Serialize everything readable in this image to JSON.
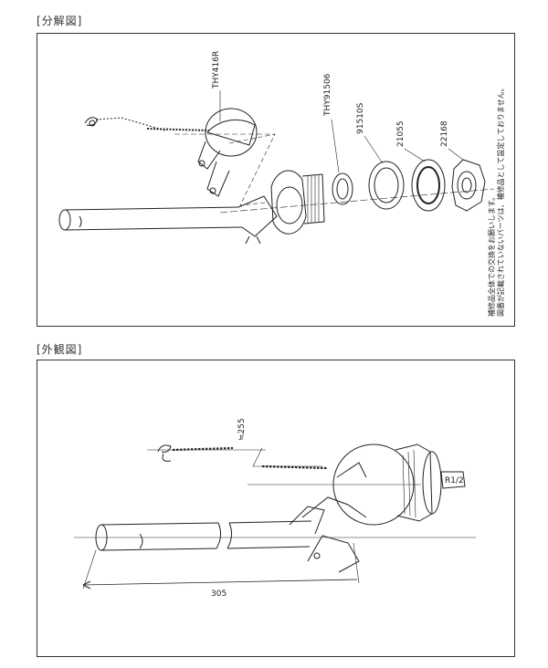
{
  "sections": {
    "exploded": {
      "title": "[分解図]",
      "parts": {
        "float": "THY416R",
        "overflow_nut": "THY91506",
        "gasket": "91510S",
        "washer": "21055",
        "locknut": "22168"
      },
      "note": {
        "line1": "図番が記載されていないパーツは、補修品として設定しておりません。",
        "line2": "補修品全体での交換をお願いします。"
      }
    },
    "appearance": {
      "title": "[外観図]",
      "chain_length": "≒255",
      "pipe_length": "305",
      "thread_size": "R1/2"
    }
  }
}
